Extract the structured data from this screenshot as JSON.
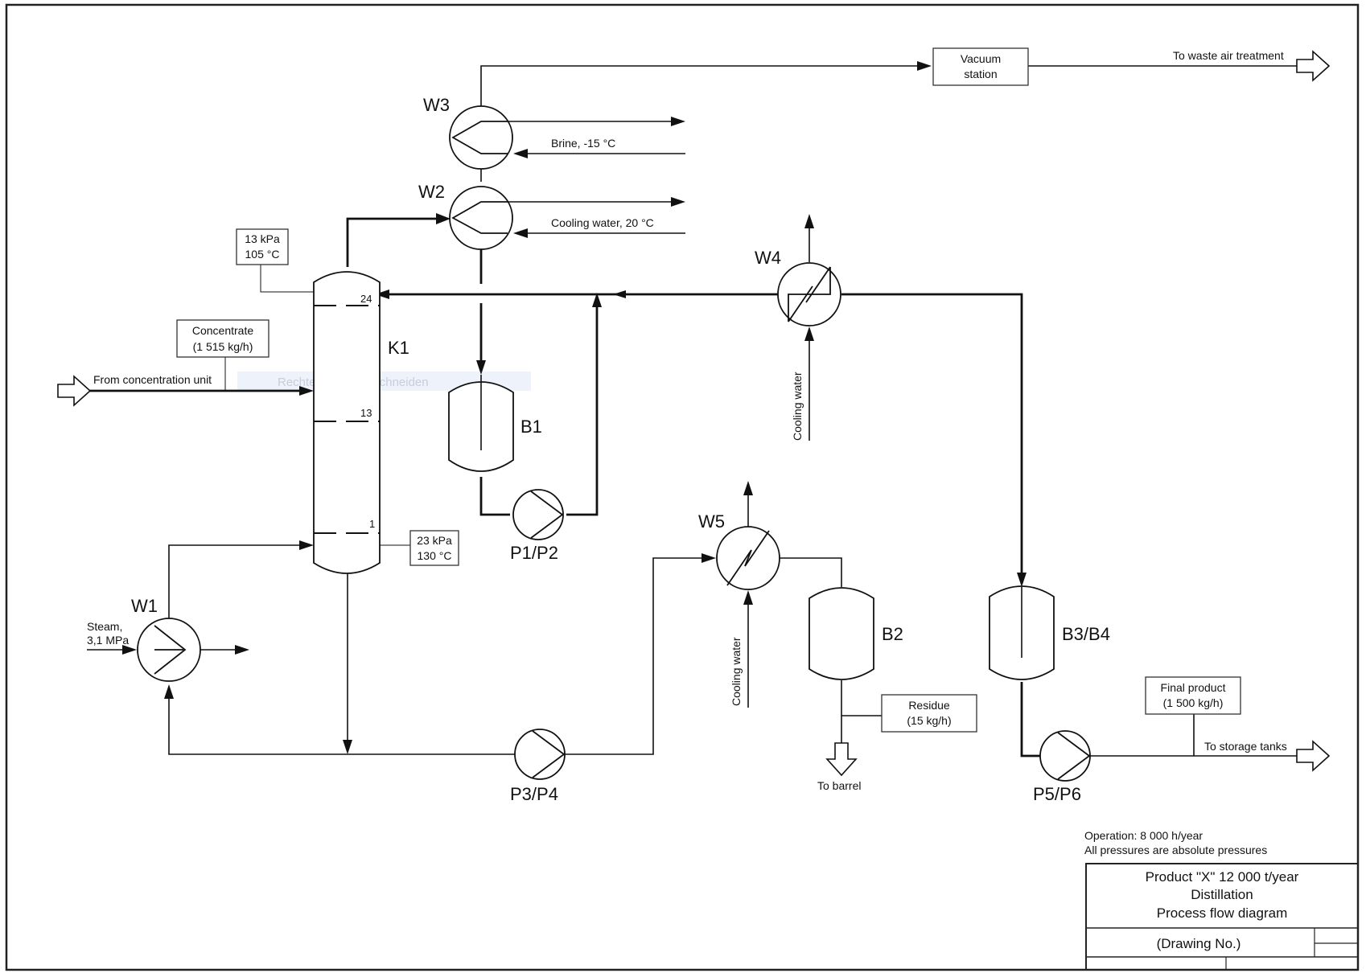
{
  "equipment": {
    "w1": "W1",
    "w2": "W2",
    "w3": "W3",
    "w4": "W4",
    "w5": "W5",
    "k1": "K1",
    "b1": "B1",
    "b2": "B2",
    "b3b4": "B3/B4",
    "p1p2": "P1/P2",
    "p3p4": "P3/P4",
    "p5p6": "P5/P6"
  },
  "trays": {
    "top": "24",
    "feed": "13",
    "bottom": "1"
  },
  "boxes": {
    "vacuum": [
      "Vacuum",
      "station"
    ],
    "top_conditions": [
      "13 kPa",
      "105 °C"
    ],
    "bottom_conditions": [
      "23 kPa",
      "130 °C"
    ],
    "concentrate": [
      "Concentrate",
      "(1 515 kg/h)"
    ],
    "residue": [
      "Residue",
      "(15 kg/h)"
    ],
    "final_product": [
      "Final product",
      "(1 500 kg/h)"
    ]
  },
  "streams": {
    "waste_air": "To waste air treatment",
    "brine": "Brine, -15 °C",
    "cooling_w2": "Cooling water, 20 °C",
    "from_conc": "From concentration unit",
    "steam": [
      "Steam,",
      "3,1 MPa"
    ],
    "cooling_w4": "Cooling water",
    "cooling_w5": "Cooling water",
    "to_barrel": "To barrel",
    "to_storage": "To storage tanks"
  },
  "notes": {
    "operation": "Operation: 8 000 h/year",
    "pressures": "All pressures are absolute pressures"
  },
  "title_block": {
    "line1": "Product \"X\" 12 000 t/year",
    "line2": "Distillation",
    "line3": "Process flow diagram",
    "drawing_no": "(Drawing No.)"
  },
  "faded_overlay_text": "Rechteckiges Ausschneiden"
}
